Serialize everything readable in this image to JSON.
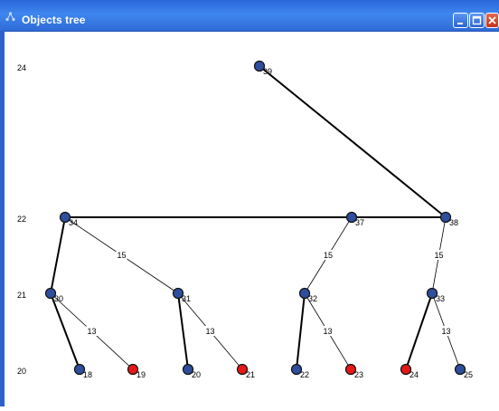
{
  "window": {
    "title": "Objects tree"
  },
  "colors": {
    "node_blue": "#2f4e9c",
    "node_red": "#e41818",
    "edge": "#000000"
  },
  "y_axis": [
    "24",
    "22",
    "21",
    "20"
  ],
  "nodes": [
    {
      "id": "n39",
      "label": "39",
      "color": "blue"
    },
    {
      "id": "n34",
      "label": "34",
      "color": "blue"
    },
    {
      "id": "n37",
      "label": "37",
      "color": "blue"
    },
    {
      "id": "n38",
      "label": "38",
      "color": "blue"
    },
    {
      "id": "n30",
      "label": "30",
      "color": "blue"
    },
    {
      "id": "n31",
      "label": "31",
      "color": "blue"
    },
    {
      "id": "n32",
      "label": "32",
      "color": "blue"
    },
    {
      "id": "n33",
      "label": "33",
      "color": "blue"
    },
    {
      "id": "n18",
      "label": "18",
      "color": "blue"
    },
    {
      "id": "n19",
      "label": "19",
      "color": "red"
    },
    {
      "id": "n20",
      "label": "20",
      "color": "blue"
    },
    {
      "id": "n21",
      "label": "21",
      "color": "red"
    },
    {
      "id": "n22",
      "label": "22",
      "color": "blue"
    },
    {
      "id": "n23",
      "label": "23",
      "color": "red"
    },
    {
      "id": "n24",
      "label": "24",
      "color": "red"
    },
    {
      "id": "n25",
      "label": "25",
      "color": "blue"
    }
  ],
  "edges": [
    {
      "from": "n39",
      "to": "n38",
      "bold": true,
      "label": ""
    },
    {
      "from": "n34",
      "to": "n38",
      "bold": true,
      "label": ""
    },
    {
      "from": "n37",
      "to": "n38",
      "bold": true,
      "label": ""
    },
    {
      "from": "n34",
      "to": "n30",
      "bold": true,
      "label": ""
    },
    {
      "from": "n34",
      "to": "n31",
      "bold": false,
      "label": "15"
    },
    {
      "from": "n37",
      "to": "n32",
      "bold": false,
      "label": "15"
    },
    {
      "from": "n38",
      "to": "n33",
      "bold": false,
      "label": "15"
    },
    {
      "from": "n30",
      "to": "n18",
      "bold": true,
      "label": ""
    },
    {
      "from": "n30",
      "to": "n19",
      "bold": false,
      "label": "13"
    },
    {
      "from": "n31",
      "to": "n20",
      "bold": true,
      "label": ""
    },
    {
      "from": "n31",
      "to": "n21",
      "bold": false,
      "label": "13"
    },
    {
      "from": "n32",
      "to": "n22",
      "bold": true,
      "label": ""
    },
    {
      "from": "n32",
      "to": "n23",
      "bold": false,
      "label": "13"
    },
    {
      "from": "n33",
      "to": "n24",
      "bold": true,
      "label": ""
    },
    {
      "from": "n33",
      "to": "n25",
      "bold": false,
      "label": "13"
    }
  ]
}
